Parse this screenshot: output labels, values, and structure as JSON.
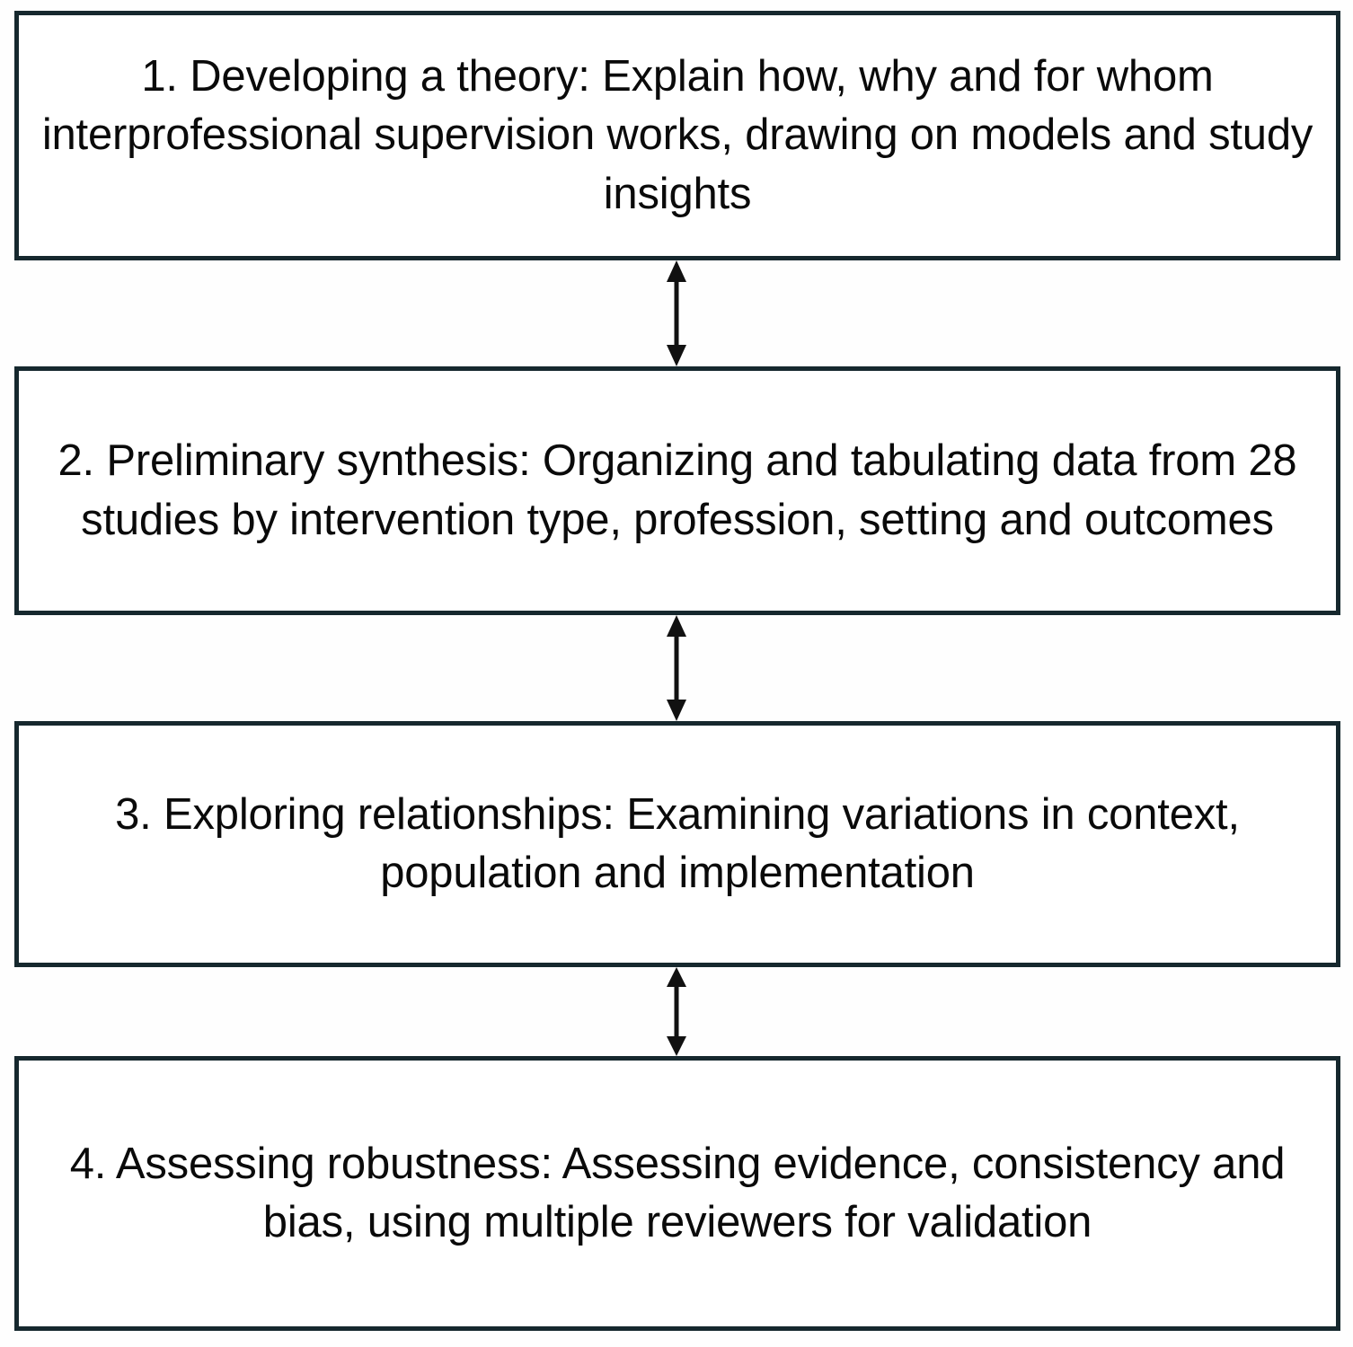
{
  "diagram": {
    "title": "Narrative synthesis stages flowchart",
    "background_color": "#fefefe",
    "box_border_color": "#16282e",
    "box_fill_color": "#ffffff",
    "text_color": "#0a0a0a",
    "arrow_color": "#111111",
    "nodes": [
      {
        "id": "1",
        "number": "1.",
        "label": "1. Developing a theory: Explain how, why and for whom interprofessional supervision works, drawing on models and study insights"
      },
      {
        "id": "2",
        "number": "2.",
        "label": "2. Preliminary synthesis: Organizing and tabulating data from 28 studies by intervention type, profession, setting and outcomes"
      },
      {
        "id": "3",
        "number": "3.",
        "label": "3. Exploring relationships: Examining variations in context, population and implementation"
      },
      {
        "id": "4",
        "number": "4.",
        "label": "4. Assessing robustness: Assessing evidence, consistency and bias, using multiple reviewers for validation"
      }
    ],
    "connectors": [
      {
        "id": "1-2",
        "from": "1",
        "to": "2",
        "style": "double-headed-arrow",
        "direction": "bidirectional"
      },
      {
        "id": "2-3",
        "from": "2",
        "to": "3",
        "style": "double-headed-arrow",
        "direction": "bidirectional"
      },
      {
        "id": "3-4",
        "from": "3",
        "to": "4",
        "style": "double-headed-arrow",
        "direction": "bidirectional"
      }
    ]
  }
}
